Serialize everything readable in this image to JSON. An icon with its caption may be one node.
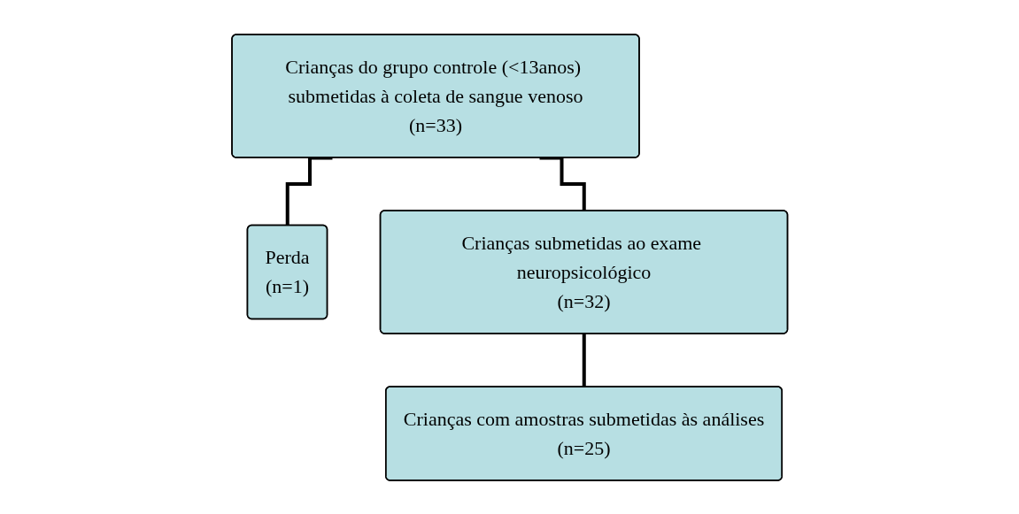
{
  "diagram": {
    "nodes": [
      {
        "text": [
          "Crianças do grupo controle (<13anos) submetidas à coleta de sangue venoso",
          "(n=33)"
        ]
      },
      {
        "text": [
          "Perda",
          "(n=1)"
        ]
      },
      {
        "text": [
          "Crianças submetidas ao exame neuropsicológico",
          "(n=32)"
        ]
      },
      {
        "text": [
          "Crianças com amostras submetidas às análises",
          "(n=25)"
        ]
      }
    ],
    "edges": [
      {
        "from": 0,
        "to": 1,
        "arrow": "none"
      },
      {
        "from": 0,
        "to": 2,
        "arrow": "none"
      },
      {
        "from": 2,
        "to": 3,
        "arrow": "none"
      }
    ]
  }
}
